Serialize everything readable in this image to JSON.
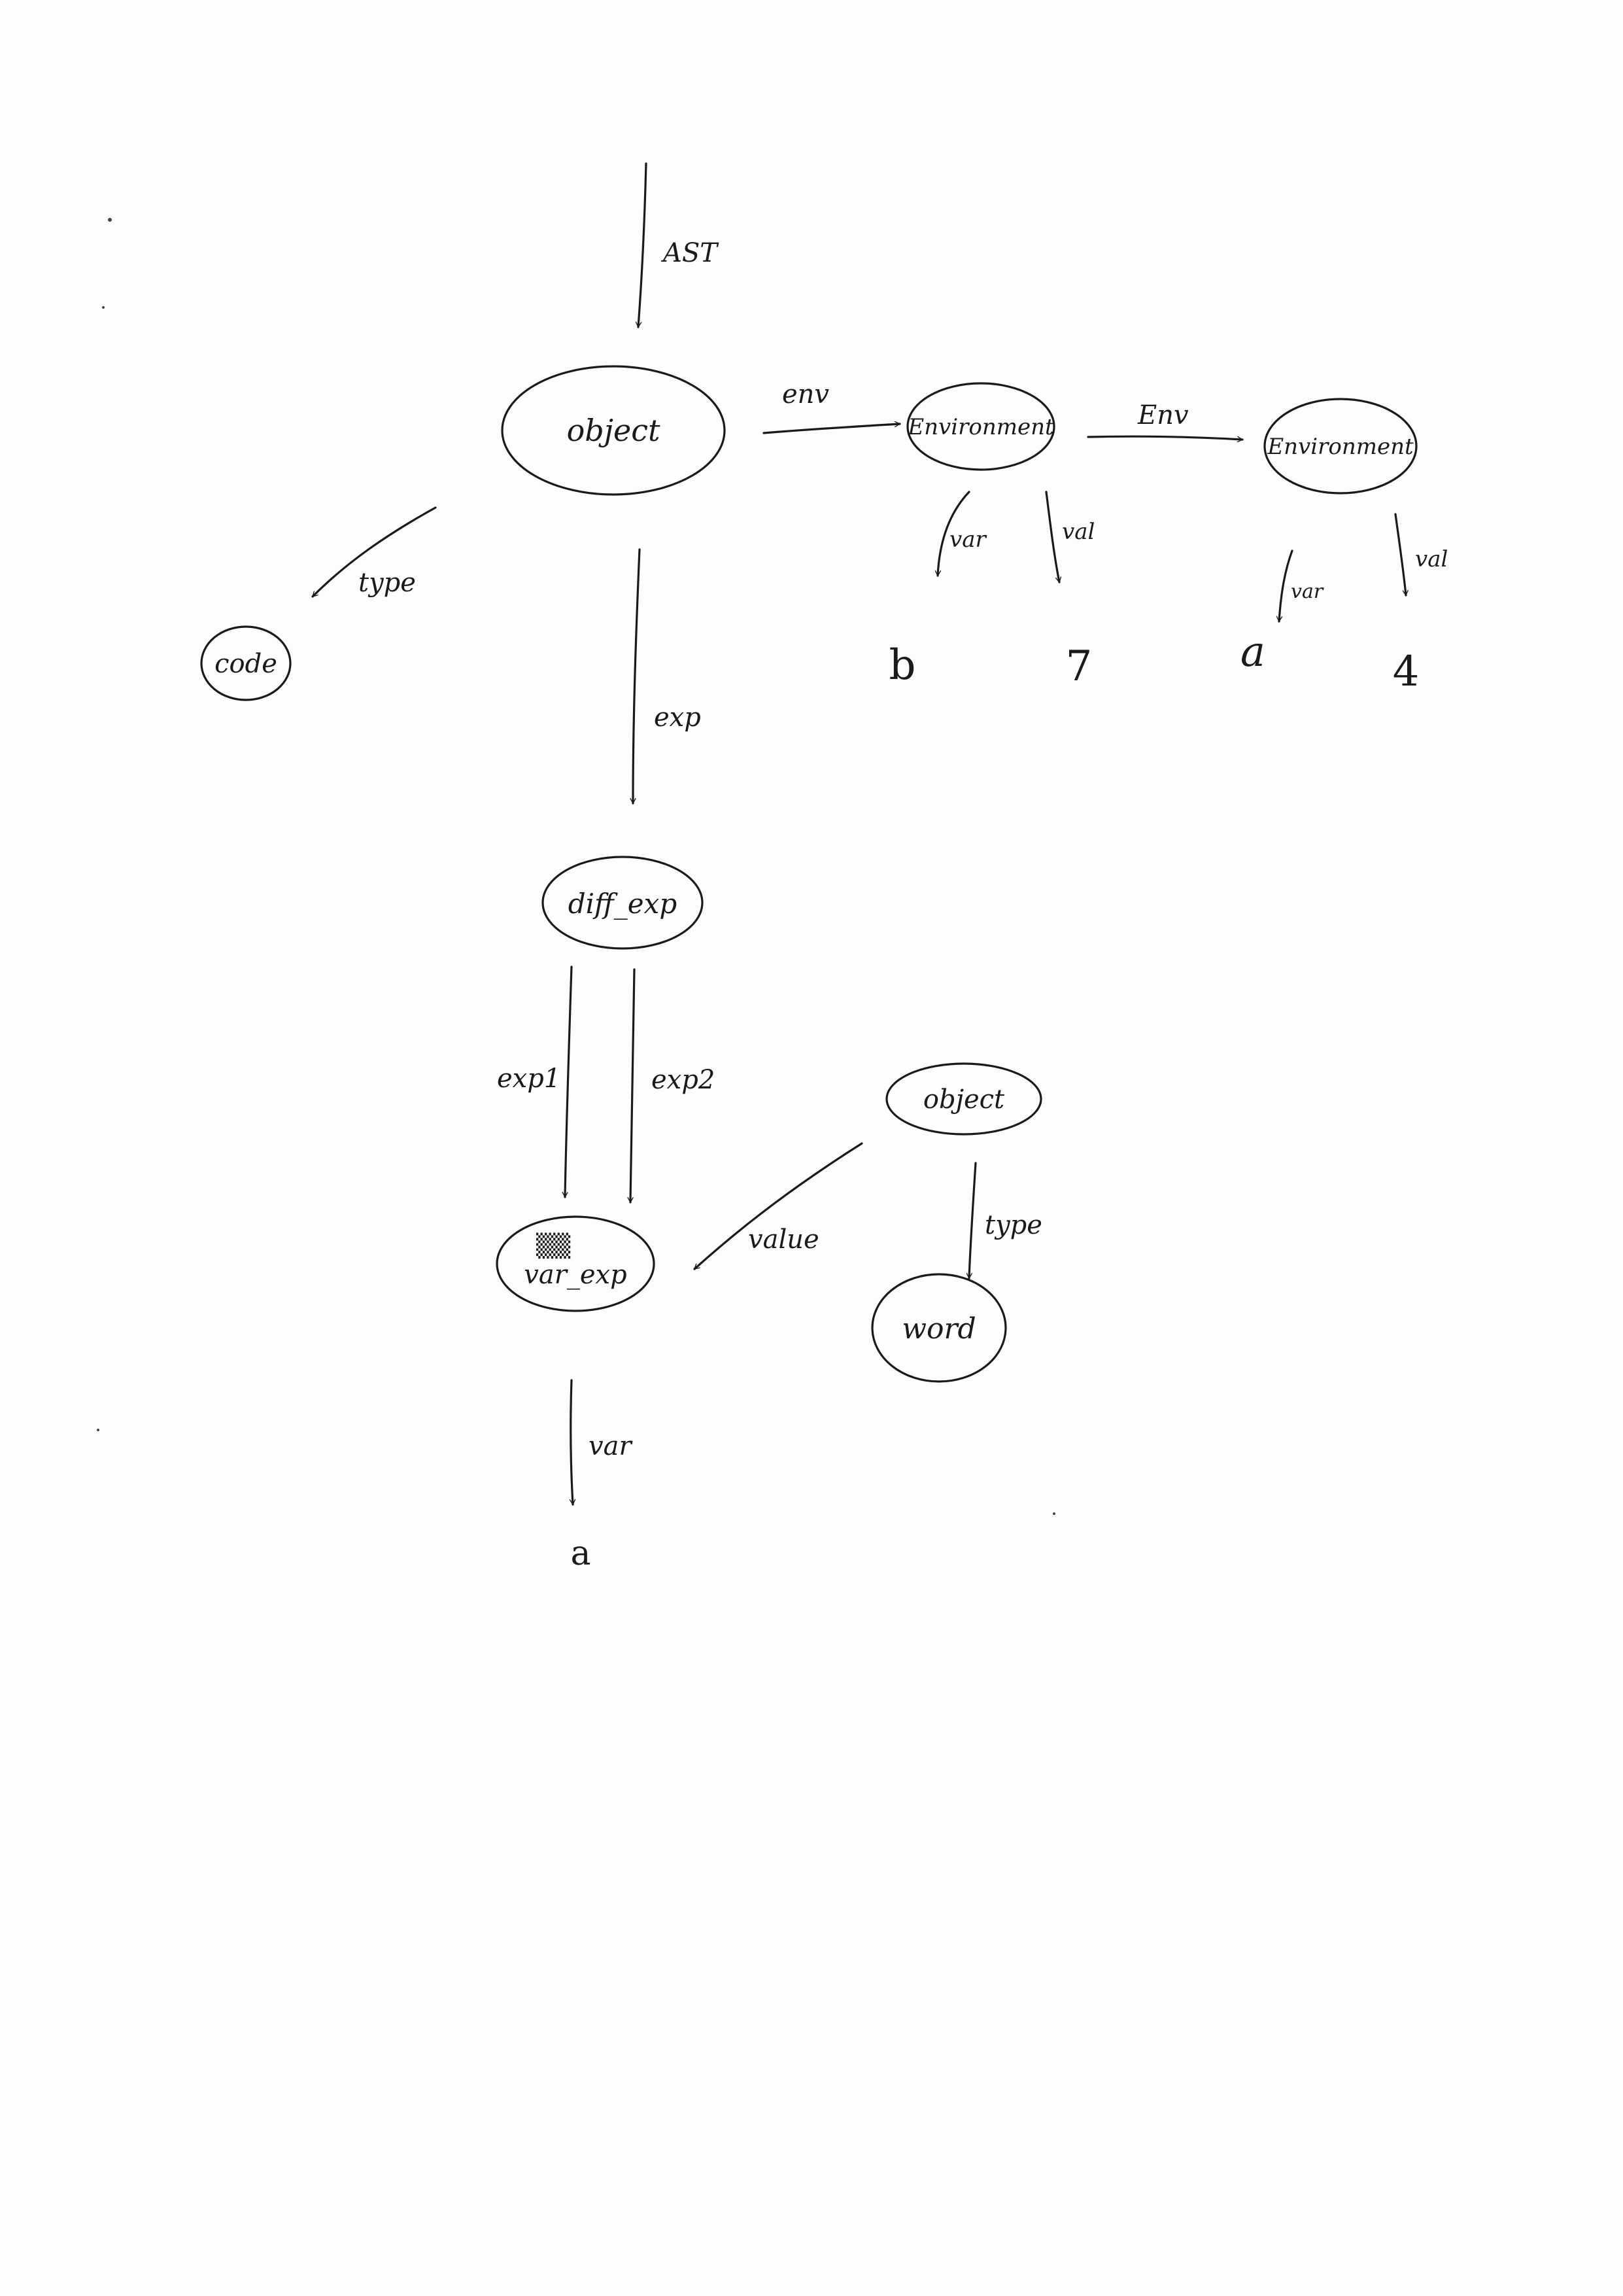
{
  "nodes": {
    "object_main": "object",
    "environment_1": "Environment",
    "environment_2": "Environment",
    "code": "code",
    "diff_exp": "diff_exp",
    "var_exp": "var_exp",
    "object_2": "object",
    "word": "word"
  },
  "leaves": {
    "b": "b",
    "seven": "7",
    "a_env": "a",
    "four": "4",
    "a_var": "a"
  },
  "edges": {
    "ast": "AST",
    "env": "env",
    "env2": "Env",
    "var1": "var",
    "val1": "val",
    "var2": "var",
    "val2": "val",
    "type1": "type",
    "exp": "exp",
    "exp1": "exp1",
    "exp2": "exp2",
    "value": "value",
    "type2": "type",
    "var3": "var"
  }
}
